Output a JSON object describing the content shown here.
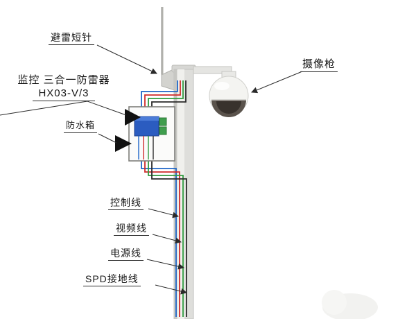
{
  "labels": {
    "lightning_rod": "避雷短针",
    "protector_line1": "监控 三合一防雷器",
    "protector_line2": "HX03-V/3",
    "waterproof_box": "防水箱",
    "camera": "摄像枪",
    "control_line": "控制线",
    "video_line": "视频线",
    "power_line": "电源线",
    "spd_ground_line": "SPD接地线"
  },
  "colors": {
    "wire_control_blue": "#1e66c8",
    "wire_video_red": "#cf2b2b",
    "wire_power_green": "#2f9a3e",
    "wire_ground_black": "#2b2b2b",
    "device_blue": "#2b5cc0",
    "terminal_green": "#3f9e4d",
    "pole_gray": "#dededb",
    "leader_black": "#2a2a2a"
  }
}
